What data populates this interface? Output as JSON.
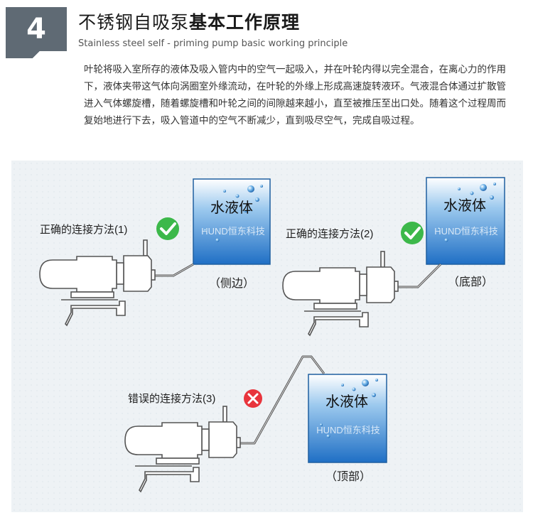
{
  "header": {
    "number": "4",
    "title_regular": "不锈钢自吸泵",
    "title_bold": "基本工作原理",
    "subtitle": "Stainless steel self - priming pump basic working principle"
  },
  "paragraph": "叶轮将吸入室所存的液体及吸入管内中的空气一起吸入，并在叶轮内得以完全混合，在离心力的作用下，液体夹带这气体向涡圈室外缘流动，在叶轮的外缘上形成高速旋转液环。气液混合体通过扩散管进入气体螺旋槽，随着螺旋槽和叶轮之间的间隙越来越小，直至被推压至出口处。随着这个过程周而复始地进行下去，吸入管道中的空气不断减少，直到吸尽空气，完成自吸过程。",
  "diagrams": [
    {
      "label": "正确的连接方法(1)",
      "status": "correct",
      "tank_text": "水液体",
      "watermark": "HUND恒东科技",
      "position_label": "（侧边）"
    },
    {
      "label": "正确的连接方法(2)",
      "status": "correct",
      "tank_text": "水液体",
      "watermark": "HUND恒东科技",
      "position_label": "（底部）"
    },
    {
      "label": "错误的连接方法(3)",
      "status": "wrong",
      "tank_text": "水液体",
      "watermark": "HUND恒东科技",
      "position_label": "（顶部）"
    }
  ],
  "colors": {
    "check": "#3cb84a",
    "cross": "#e8343c",
    "tank_top": "#ffffff",
    "tank_bottom": "#1f6fc5",
    "header_block": "#5f6a74"
  },
  "icons": {
    "correct": "check-circle-icon",
    "wrong": "cross-circle-icon"
  }
}
